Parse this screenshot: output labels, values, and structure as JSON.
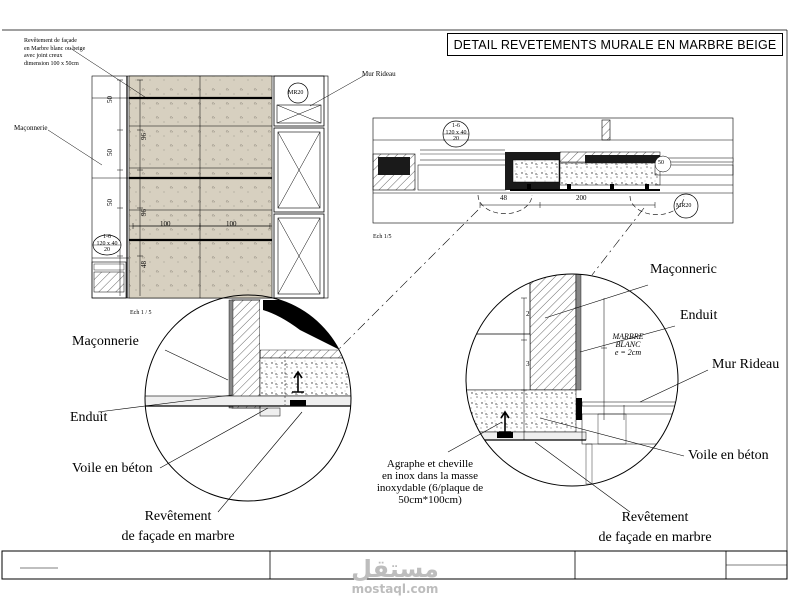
{
  "title": "DETAIL REVETEMENTS MURALE EN MARBRE BEIGE",
  "elevation": {
    "note_revetement": [
      "Revêtement de façade",
      "en Marbre blanc ou beige",
      "avec joint creux",
      "dimension 100 x 50cm"
    ],
    "label_mur_rideau": "Mur Rideau",
    "label_maconnerie": "Maçonnerie",
    "dims_vertical": [
      "50",
      "96",
      "50",
      "96",
      "50",
      "48"
    ],
    "dims_horizontal": [
      "100",
      "100"
    ],
    "tag_mr": "MR20",
    "section_tag": [
      "1-6",
      "120 x 40",
      "20"
    ],
    "scale_caption": "Ech 1 / 5"
  },
  "section": {
    "dims": [
      "48",
      "200"
    ],
    "tag_section": [
      "1-6",
      "120 x 40",
      "20"
    ],
    "tag_right": "50",
    "tag_mr": "MR20",
    "caption": "Ech 1/5"
  },
  "left_detail": {
    "label_maconnerie": "Maçonnerie",
    "label_enduit": "Enduit",
    "label_voile": "Voile en béton",
    "label_revetement": [
      "Revêtement",
      "de façade en marbre"
    ]
  },
  "right_detail": {
    "label_maconnerie": "Maçonneric",
    "label_enduit": "Enduit",
    "label_marbre": [
      "MARBRE",
      "BLANC",
      "e = 2cm"
    ],
    "label_mur_rideau": "Mur Rideau",
    "label_voile": "Voile en béton",
    "label_revetement": [
      "Revêtement",
      "de façade en marbre"
    ],
    "dims": [
      "2",
      "3"
    ]
  },
  "note_agraphe": [
    "Agraphe et cheville",
    "en inox dans la masse",
    "inoxydable (6/plaque de",
    "50cm*100cm)"
  ],
  "watermark": {
    "arabic": "مستقل",
    "latin": "mostaql.com"
  },
  "colors": {
    "line": "#000000",
    "marble": "#d7d0c0",
    "cavity": "#efefef",
    "concrete": "#ffffff",
    "watermark": "#bdbdbd"
  }
}
